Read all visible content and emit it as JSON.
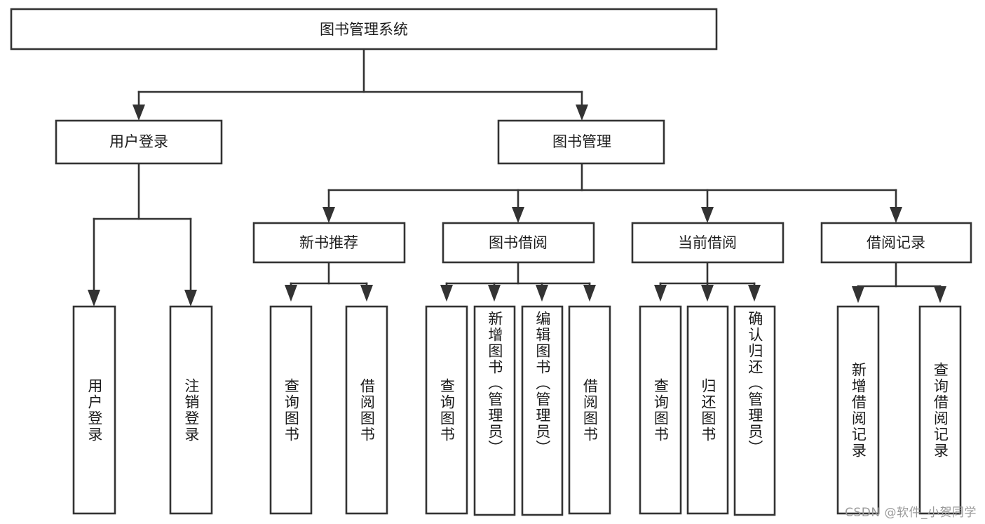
{
  "diagram": {
    "title": "图书管理系统",
    "watermark": "CSDN @软件_小贺同学",
    "colors": {
      "stroke": "#333333",
      "box_fill": "#ffffff",
      "text": "#1b1b1b",
      "watermark": "#9a9a9a",
      "background": "#ffffff"
    },
    "root": {
      "label": "图书管理系统"
    },
    "level1": [
      {
        "id": "user-login",
        "label": "用户登录"
      },
      {
        "id": "book-management",
        "label": "图书管理"
      }
    ],
    "level2": [
      {
        "id": "new-book-recommend",
        "label": "新书推荐",
        "parent": "book-management"
      },
      {
        "id": "book-borrow",
        "label": "图书借阅",
        "parent": "book-management"
      },
      {
        "id": "current-borrow",
        "label": "当前借阅",
        "parent": "book-management"
      },
      {
        "id": "borrow-record",
        "label": "借阅记录",
        "parent": "book-management"
      }
    ],
    "leaves": {
      "user-login": [
        {
          "id": "leaf-user-login",
          "label": "用户登录"
        },
        {
          "id": "leaf-logout",
          "label": "注销登录"
        }
      ],
      "new-book-recommend": [
        {
          "id": "leaf-query-book-1",
          "label": "查询图书"
        },
        {
          "id": "leaf-borrow-book-1",
          "label": "借阅图书"
        }
      ],
      "book-borrow": [
        {
          "id": "leaf-query-book-2",
          "label": "查询图书"
        },
        {
          "id": "leaf-add-book",
          "label": "新增图书（管理员）"
        },
        {
          "id": "leaf-edit-book",
          "label": "编辑图书（管理员）"
        },
        {
          "id": "leaf-borrow-book-2",
          "label": "借阅图书"
        }
      ],
      "current-borrow": [
        {
          "id": "leaf-query-book-3",
          "label": "查询图书"
        },
        {
          "id": "leaf-return-book",
          "label": "归还图书"
        },
        {
          "id": "leaf-confirm-return",
          "label": "确认归还（管理员）"
        }
      ],
      "borrow-record": [
        {
          "id": "leaf-add-record",
          "label": "新增借阅记录"
        },
        {
          "id": "leaf-query-record",
          "label": "查询借阅记录"
        }
      ]
    }
  }
}
